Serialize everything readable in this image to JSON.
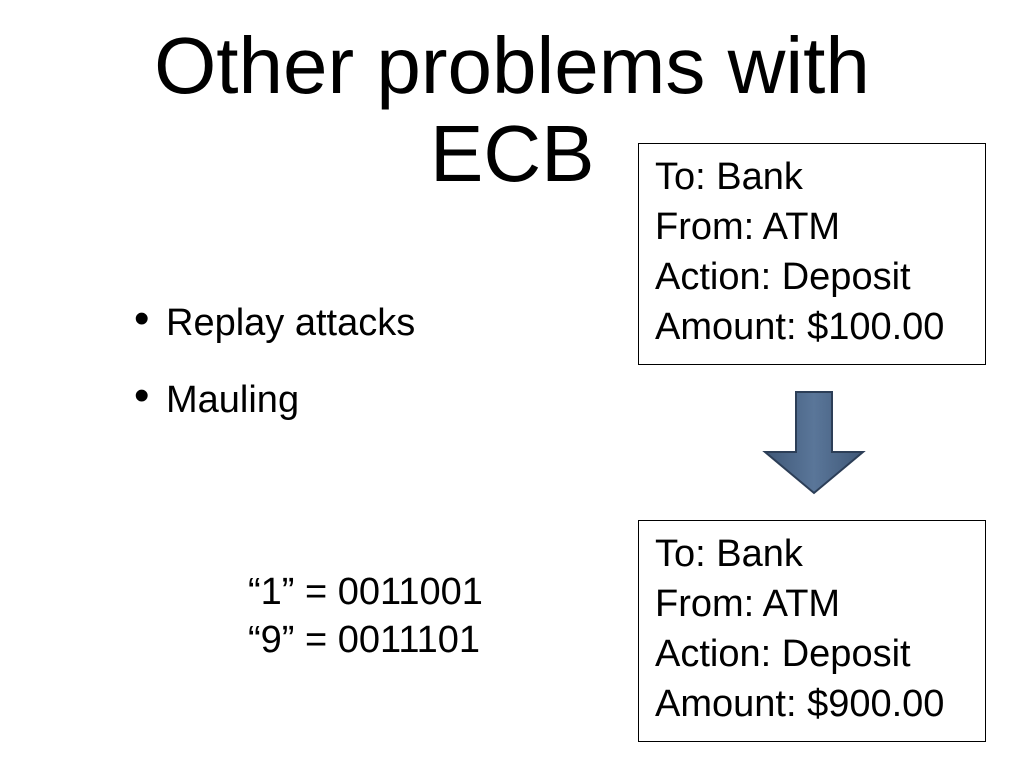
{
  "slide": {
    "title_line1": "Other problems with",
    "title_line2": "ECB",
    "bullets": [
      {
        "label": "Replay attacks"
      },
      {
        "label": "Mauling"
      }
    ],
    "bullet_symbol": "•",
    "encodings": [
      "“1” = 0011001",
      "“9” = 0011101"
    ],
    "original_message": {
      "to": "To: Bank",
      "from": "From: ATM",
      "action": "Action: Deposit",
      "amount": "Amount: $100.00"
    },
    "modified_message": {
      "to": "To: Bank",
      "from": "From: ATM",
      "action": "Action: Deposit",
      "amount": "Amount: $900.00"
    },
    "arrow_icon": "down-arrow-icon",
    "colors": {
      "arrow_fill": "#4a6588",
      "arrow_stroke": "#2c3e57"
    }
  }
}
